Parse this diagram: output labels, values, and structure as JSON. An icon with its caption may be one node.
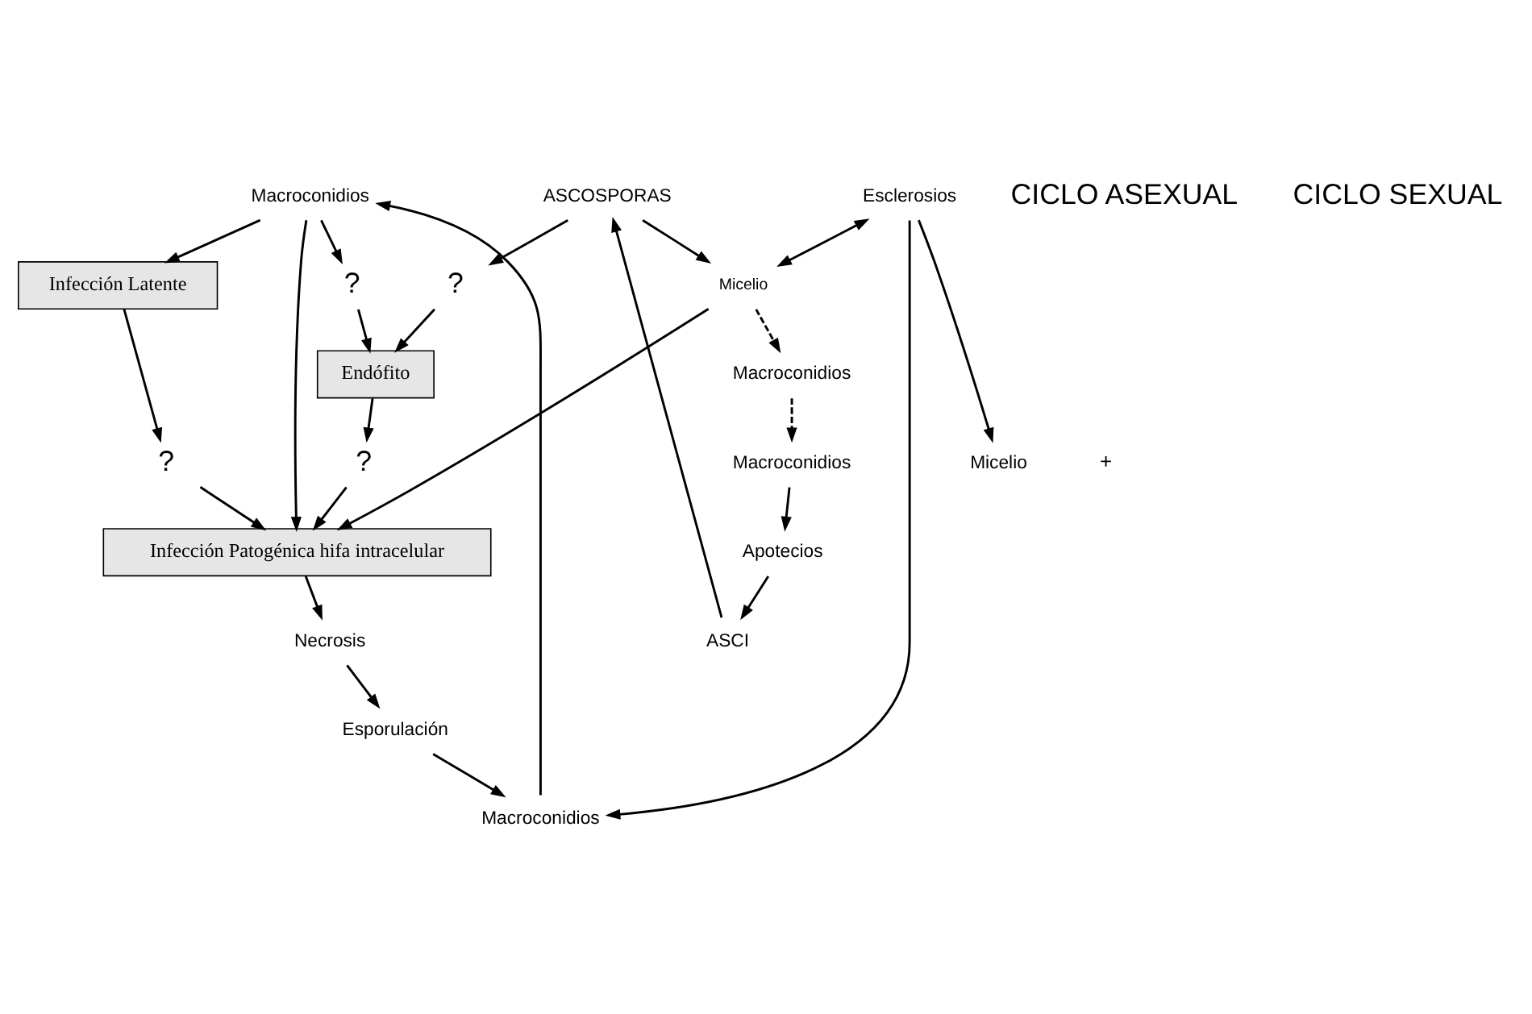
{
  "diagram": {
    "nodes": [
      {
        "text": [
          "Macroconidios"
        ]
      },
      {
        "text": [
          "?"
        ]
      },
      {
        "text": [
          "Infección Latente"
        ]
      },
      {
        "text": [
          "Endófito"
        ]
      },
      {
        "text": [
          "?"
        ]
      },
      {
        "text": [
          "?"
        ]
      },
      {
        "text": [
          "?"
        ]
      },
      {
        "text": [
          "ASCOSPORAS"
        ]
      },
      {
        "text": [
          "Infección Patogénica hifa intracelular"
        ]
      },
      {
        "text": [
          "ASCI"
        ]
      },
      {
        "text": [
          "Necrosis"
        ]
      },
      {
        "text": [
          "Micelio"
        ]
      },
      {
        "text": [
          "Apotecios"
        ]
      },
      {
        "text": [
          "Esporulación"
        ]
      },
      {
        "text": [
          "Macroconidios"
        ]
      },
      {
        "text": [
          "Macroconidios"
        ]
      },
      {
        "text": [
          "Esclerosios"
        ]
      },
      {
        "text": [
          "Micelio"
        ]
      },
      {
        "text": [
          "Macroconidios"
        ]
      }
    ],
    "edges": [
      {
        "from": 0,
        "to": 1,
        "arrow": "to"
      },
      {
        "from": 1,
        "to": 3,
        "arrow": "to"
      },
      {
        "from": 0,
        "to": 2,
        "arrow": "to"
      },
      {
        "from": 0,
        "to": 8,
        "arrow": "to"
      },
      {
        "from": 2,
        "to": 4,
        "arrow": "to"
      },
      {
        "from": 4,
        "to": 8,
        "arrow": "to"
      },
      {
        "from": 3,
        "to": 5,
        "arrow": "to"
      },
      {
        "from": 5,
        "to": 8,
        "arrow": "to"
      },
      {
        "from": 6,
        "to": 3,
        "arrow": "to"
      },
      {
        "from": 7,
        "to": 6,
        "arrow": "to"
      },
      {
        "from": 9,
        "to": 7,
        "arrow": "to"
      },
      {
        "from": 12,
        "to": 9,
        "arrow": "to"
      },
      {
        "from": 18,
        "to": 12,
        "arrow": "to"
      },
      {
        "from": 7,
        "to": 11,
        "arrow": "to"
      },
      {
        "from": 11,
        "to": 8,
        "arrow": "to"
      },
      {
        "from": 8,
        "to": 10,
        "arrow": "to"
      },
      {
        "from": 10,
        "to": 13,
        "arrow": "to"
      },
      {
        "from": 13,
        "to": 15,
        "arrow": "to"
      },
      {
        "from": 15,
        "to": 0,
        "arrow": "to"
      },
      {
        "from": 11,
        "to": 14,
        "arrow": "to",
        "style": "dashed"
      },
      {
        "from": 14,
        "to": 18,
        "arrow": "to",
        "style": "dashed"
      },
      {
        "from": 16,
        "to": 11,
        "arrow": "both"
      },
      {
        "from": 16,
        "to": 15,
        "arrow": "to"
      },
      {
        "from": 16,
        "to": 17,
        "arrow": "to"
      }
    ],
    "labels": [
      "CICLO ASEXUAL",
      "CICLO SEXUAL",
      "+"
    ]
  }
}
